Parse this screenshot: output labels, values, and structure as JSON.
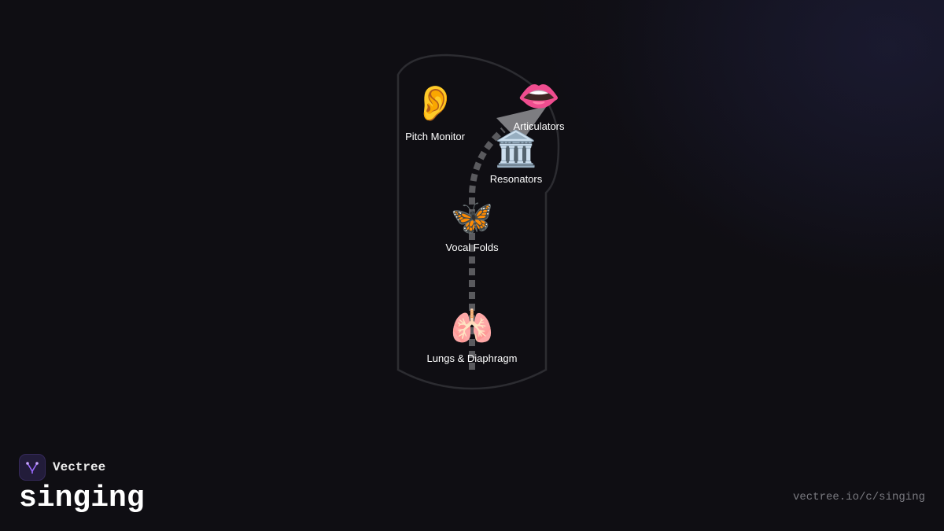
{
  "diagram": {
    "nodes": [
      {
        "id": "pitch",
        "icon": "ear-icon",
        "glyph": "👂",
        "label": "Pitch Monitor"
      },
      {
        "id": "articulators",
        "icon": "mouth-icon",
        "glyph": "👄",
        "label": "Articulators"
      },
      {
        "id": "resonators",
        "icon": "classical-building-icon",
        "glyph": "🏛️",
        "label": "Resonators"
      },
      {
        "id": "vocal_folds",
        "icon": "butterfly-icon",
        "glyph": "🦋",
        "label": "Vocal Folds"
      },
      {
        "id": "lungs",
        "icon": "lungs-icon",
        "glyph": "🫁",
        "label": "Lungs & Diaphragm"
      }
    ],
    "path_color": "#5a5a5e",
    "outline_color": "#2c2c31",
    "arrow_color": "#8a8a8e"
  },
  "brand": {
    "name": "Vectree",
    "logo_icon": "vectree-logo-icon",
    "accent": "#9b6bff"
  },
  "page": {
    "title": "singing",
    "url": "vectree.io/c/singing"
  }
}
